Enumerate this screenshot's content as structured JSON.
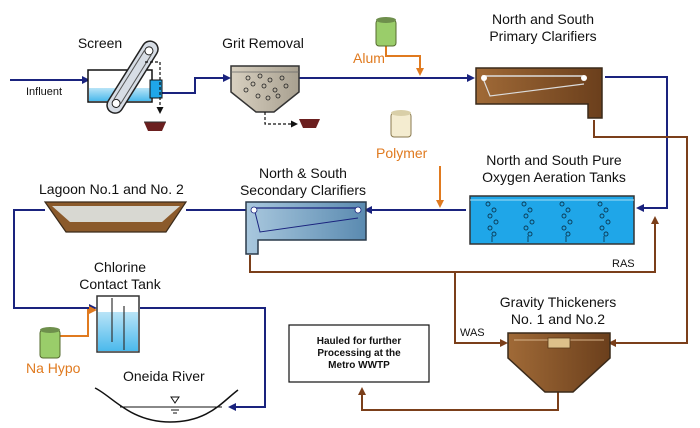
{
  "labels": {
    "influent": "Influent",
    "screen": "Screen",
    "grit_removal": "Grit Removal",
    "alum": "Alum",
    "primary_clarifiers": [
      "North and South",
      "Primary Clarifiers"
    ],
    "polymer": "Polymer",
    "aeration_tanks": [
      "North and South Pure",
      "Oxygen Aeration Tanks"
    ],
    "secondary_clarifiers": [
      "North & South",
      "Secondary Clarifiers"
    ],
    "lagoon": "Lagoon No.1 and No. 2",
    "chlorine_tank": [
      "Chlorine",
      "Contact Tank"
    ],
    "ras": "RAS",
    "was": "WAS",
    "gravity_thickeners": [
      "Gravity Thickeners",
      "No. 1 and No.2"
    ],
    "hauled": [
      "Hauled for further",
      "Processing at the",
      "Metro WWTP"
    ],
    "na_hypo": "Na Hypo",
    "oneida_river": "Oneida River"
  },
  "colors": {
    "water_flow": "#1a237e",
    "sludge_flow": "#7b3f1a",
    "chemical_feed": "#e07a1f",
    "tank_water": "#1fa6e8",
    "clarifier_body": "#6f9ec2",
    "sludge": "#8b5a2b"
  }
}
